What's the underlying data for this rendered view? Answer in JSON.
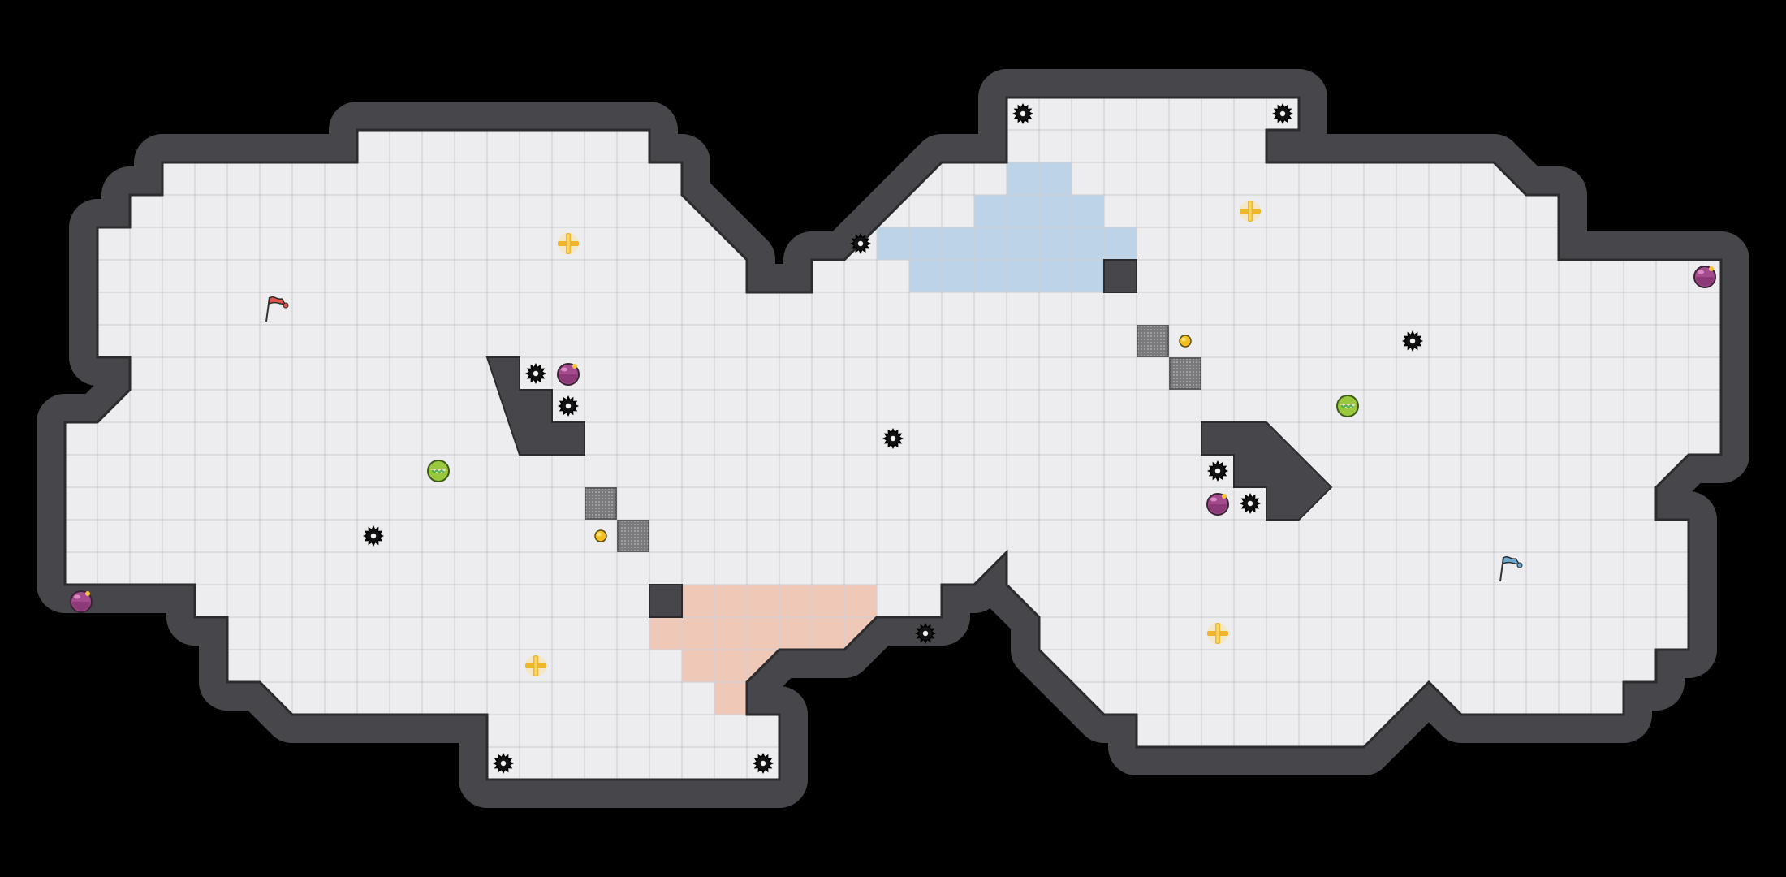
{
  "screen": "top-down-arena-map",
  "palette": {
    "background": "#000000",
    "wall": "#47474b",
    "wall_edge": "#2b2b2e",
    "floor": "#ededf0",
    "grid_line": "#cfd0d5",
    "blue_zone": "#bcd3e8",
    "red_zone": "#f0c8b8",
    "metal_block": "#8c8c8e"
  },
  "teams": {
    "red": {
      "color": "#e0524a",
      "flag_icon": "red-flag-icon"
    },
    "blue": {
      "color": "#6aa8d0",
      "flag_icon": "blue-flag-icon"
    }
  },
  "items": [
    {
      "type": "red-flag",
      "icon": "red-flag-icon",
      "col": 8,
      "row": 9
    },
    {
      "type": "blue-flag",
      "icon": "blue-flag-icon",
      "col": 46,
      "row": 17
    },
    {
      "type": "spike",
      "icon": "spike-icon",
      "col": 31,
      "row": 3
    },
    {
      "type": "spike",
      "icon": "spike-icon",
      "col": 39,
      "row": 3
    },
    {
      "type": "spike",
      "icon": "spike-icon",
      "col": 26,
      "row": 7
    },
    {
      "type": "spike",
      "icon": "spike-icon",
      "col": 16,
      "row": 11
    },
    {
      "type": "spike",
      "icon": "spike-icon",
      "col": 17,
      "row": 12
    },
    {
      "type": "spike",
      "icon": "spike-icon",
      "col": 27,
      "row": 13
    },
    {
      "type": "spike",
      "icon": "spike-icon",
      "col": 43,
      "row": 10
    },
    {
      "type": "spike",
      "icon": "spike-icon",
      "col": 37,
      "row": 14
    },
    {
      "type": "spike",
      "icon": "spike-icon",
      "col": 38,
      "row": 15
    },
    {
      "type": "spike",
      "icon": "spike-icon",
      "col": 11,
      "row": 16
    },
    {
      "type": "spike",
      "icon": "spike-icon",
      "col": 28,
      "row": 19
    },
    {
      "type": "spike",
      "icon": "spike-icon",
      "col": 15,
      "row": 23
    },
    {
      "type": "spike",
      "icon": "spike-icon",
      "col": 23,
      "row": 23
    },
    {
      "type": "bomb",
      "icon": "bomb-icon",
      "col": 52,
      "row": 8
    },
    {
      "type": "bomb",
      "icon": "bomb-icon",
      "col": 17,
      "row": 11
    },
    {
      "type": "bomb",
      "icon": "bomb-icon",
      "col": 37,
      "row": 15
    },
    {
      "type": "bomb",
      "icon": "bomb-icon",
      "col": 2,
      "row": 18
    },
    {
      "type": "boost",
      "icon": "boost-pad-icon",
      "col": 13,
      "row": 14
    },
    {
      "type": "boost",
      "icon": "boost-pad-icon",
      "col": 41,
      "row": 12
    },
    {
      "type": "powerup",
      "icon": "powerup-icon",
      "col": 17,
      "row": 7
    },
    {
      "type": "powerup",
      "icon": "powerup-icon",
      "col": 38,
      "row": 6
    },
    {
      "type": "powerup",
      "icon": "powerup-icon",
      "col": 16,
      "row": 20
    },
    {
      "type": "powerup",
      "icon": "powerup-icon",
      "col": 37,
      "row": 19
    },
    {
      "type": "button",
      "icon": "button-icon",
      "col": 36,
      "row": 10
    },
    {
      "type": "button",
      "icon": "button-icon",
      "col": 18,
      "row": 16
    },
    {
      "type": "gate-block",
      "icon": "metal-gate-icon",
      "col": 35,
      "row": 10
    },
    {
      "type": "gate-block",
      "icon": "metal-gate-icon",
      "col": 36,
      "row": 11
    },
    {
      "type": "gate-block",
      "icon": "metal-gate-icon",
      "col": 18,
      "row": 15
    },
    {
      "type": "gate-block",
      "icon": "metal-gate-icon",
      "col": 19,
      "row": 16
    }
  ]
}
